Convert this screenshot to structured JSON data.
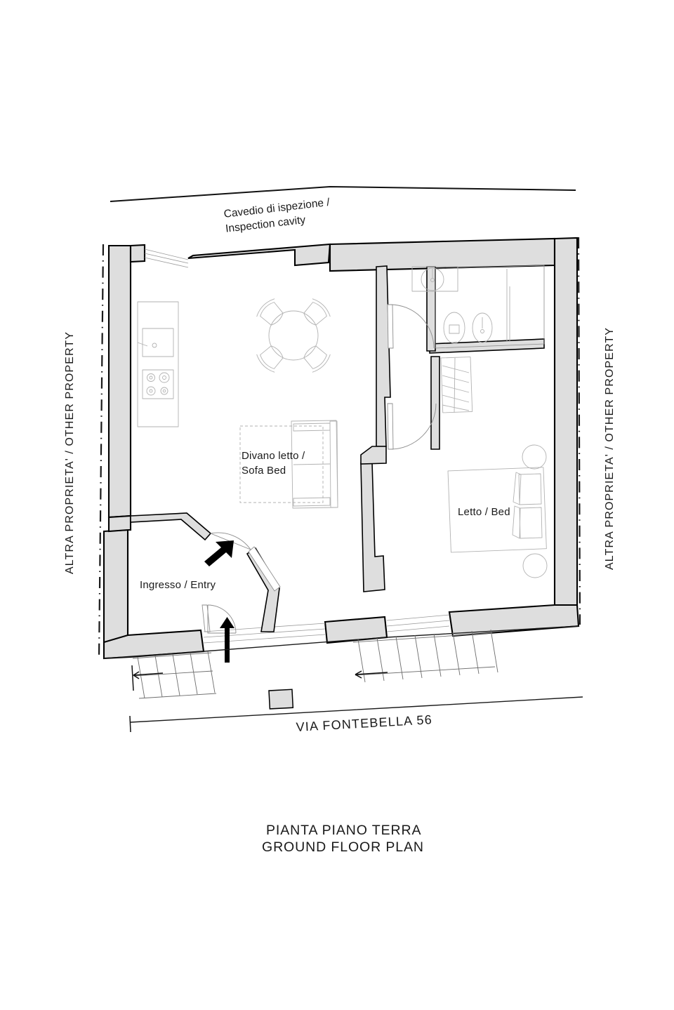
{
  "document": {
    "type": "architectural-floor-plan",
    "title_it": "PIANTA PIANO TERRA",
    "title_en": "GROUND FLOOR PLAN",
    "street_label": "VIA FONTEBELLA 56"
  },
  "annotations": {
    "cavity_line1": "Cavedio di ispezione /",
    "cavity_line2": "Inspection cavity",
    "left_boundary": "ALTRA PROPRIETA' / OTHER PROPERTY",
    "right_boundary": "ALTRA PROPRIETA' / OTHER PROPERTY"
  },
  "rooms": [
    {
      "id": "living-kitchen",
      "label_it": "Divano letto /",
      "label_en": "Sofa Bed",
      "furniture": [
        "kitchen-counter",
        "sink",
        "cooktop",
        "dining-table",
        "four-chairs",
        "sofa-bed"
      ]
    },
    {
      "id": "entry",
      "label": "Ingresso / Entry",
      "furniture": []
    },
    {
      "id": "bathroom",
      "label": "",
      "furniture": [
        "washbasin",
        "toilet",
        "bidet",
        "shower-column"
      ]
    },
    {
      "id": "bedroom",
      "label_it": "Letto /",
      "label_en": "Bed",
      "label_full": "Letto / Bed",
      "furniture": [
        "double-bed",
        "two-pillows",
        "two-round-nightstands",
        "wardrobe"
      ]
    }
  ],
  "labels": {
    "sofa_bed_line1": "Divano letto /",
    "sofa_bed_line2": "Sofa Bed",
    "bed": "Letto / Bed",
    "entry": "Ingresso / Entry"
  },
  "colors": {
    "wall_fill": "#dedede",
    "wall_stroke": "#000000",
    "room_fill": "#ffffff",
    "furniture_stroke": "#b2b2b2",
    "text": "#1a1a1a",
    "page_background": "#ffffff"
  },
  "elements": {
    "doors": [
      {
        "name": "entry-door-outer",
        "arrow": "up"
      },
      {
        "name": "entry-door-inner",
        "arrow": "up-right"
      },
      {
        "name": "bathroom-door",
        "arrow": "none"
      },
      {
        "name": "bedroom-door",
        "arrow": "none"
      }
    ],
    "stairs": [
      {
        "name": "stair-left",
        "direction_arrow": "left"
      },
      {
        "name": "stair-right",
        "direction_arrow": "left"
      }
    ],
    "windows": 4
  }
}
